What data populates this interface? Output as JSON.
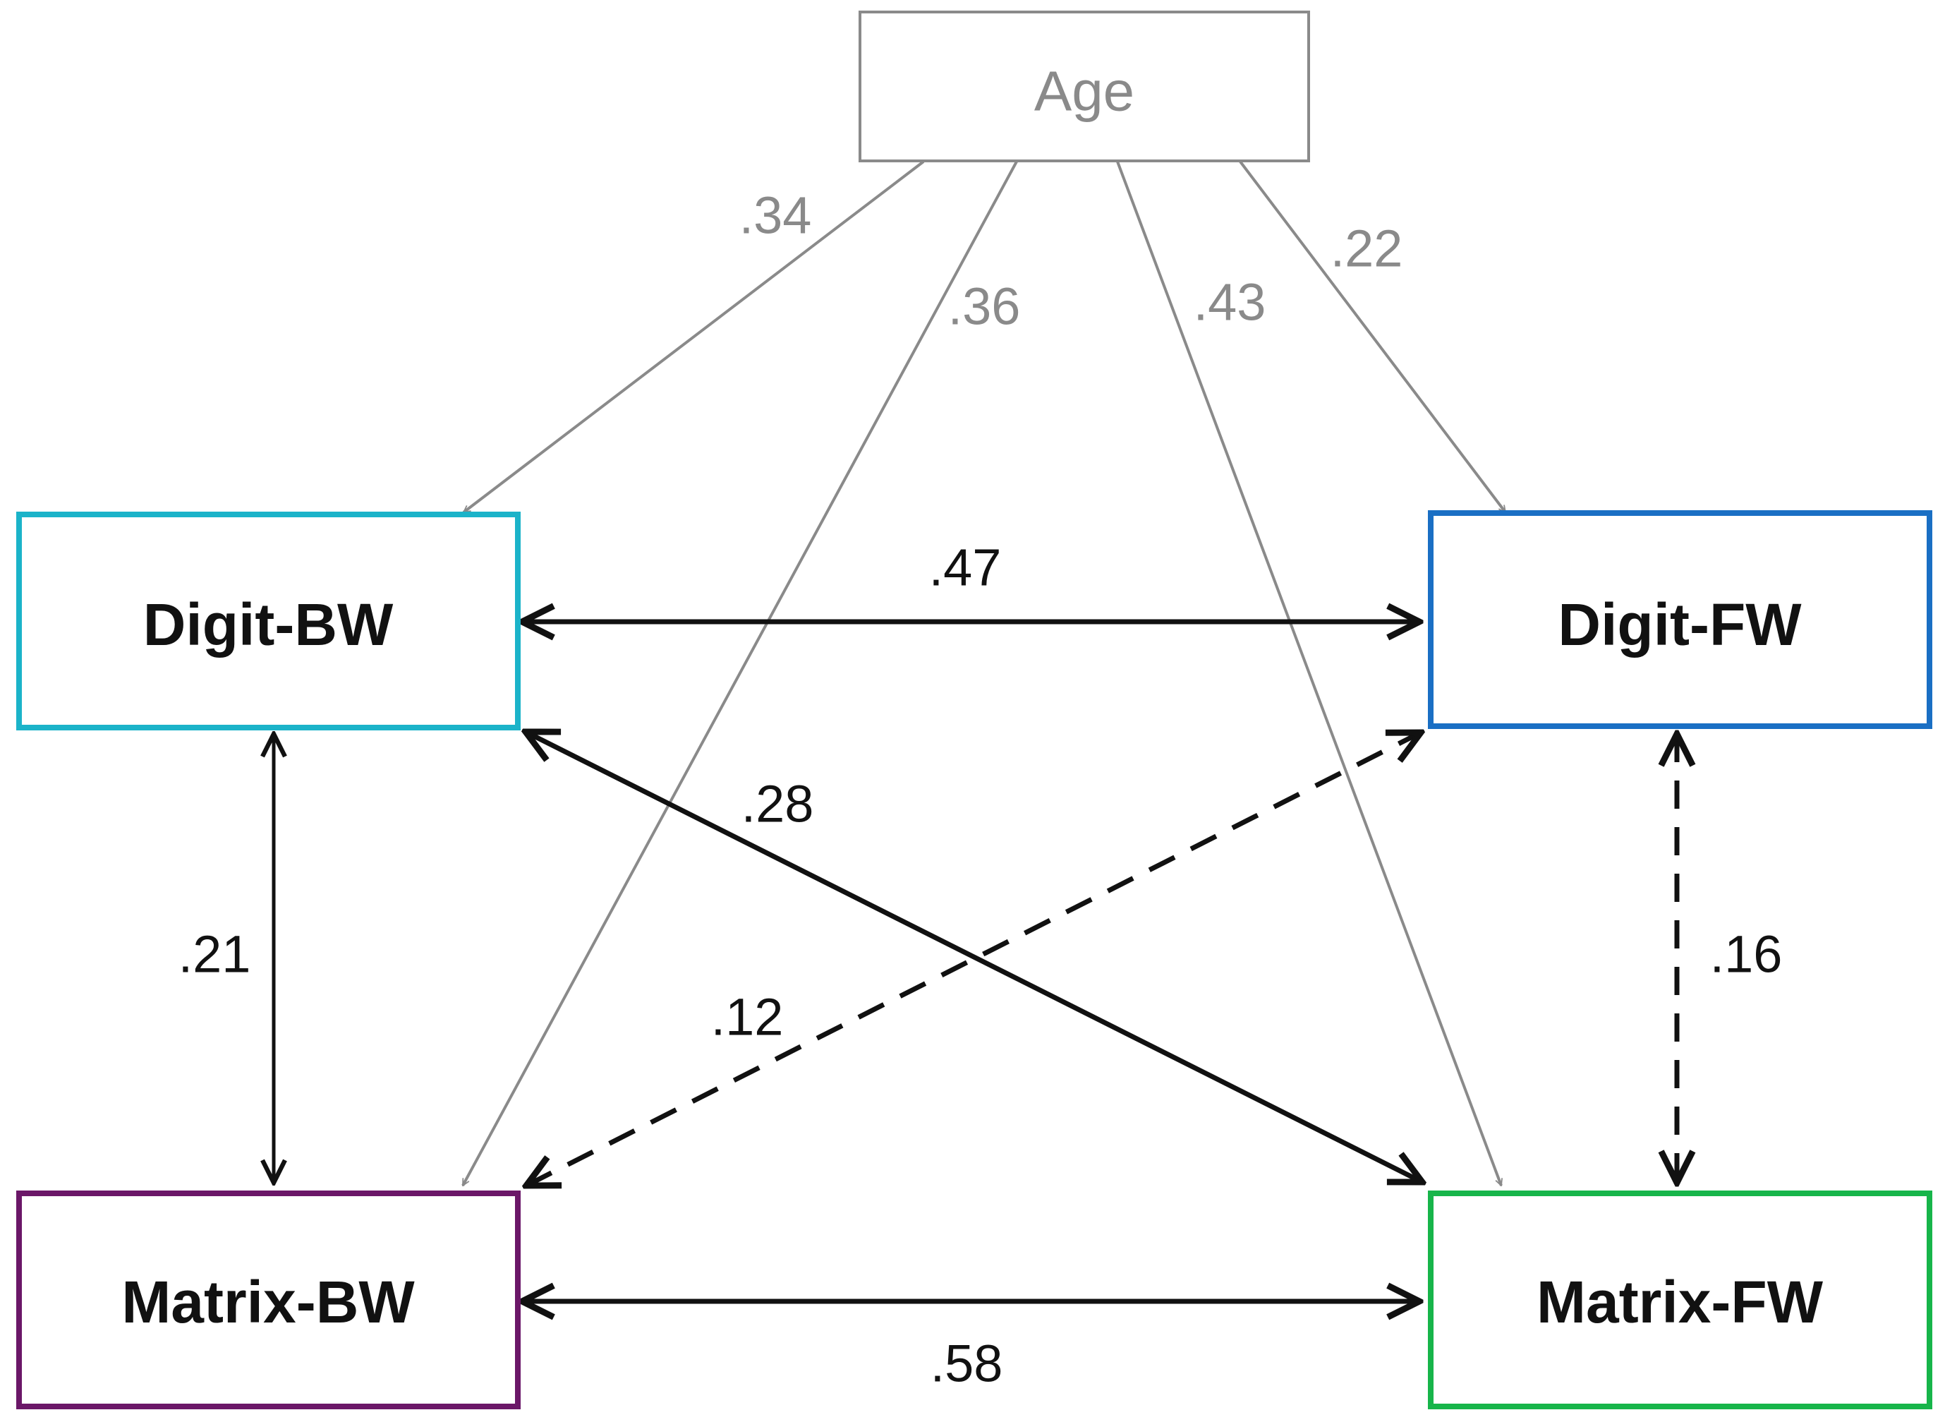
{
  "nodes": {
    "age": {
      "label": "Age",
      "color": "#8a8a8a"
    },
    "digit_bw": {
      "label": "Digit-BW",
      "color": "#1bb3c9"
    },
    "digit_fw": {
      "label": "Digit-FW",
      "color": "#1a6fc4"
    },
    "matrix_bw": {
      "label": "Matrix-BW",
      "color": "#6b1768"
    },
    "matrix_fw": {
      "label": "Matrix-FW",
      "color": "#17b54a"
    }
  },
  "age_paths": {
    "to_digit_bw": ".34",
    "to_matrix_bw": ".36",
    "to_matrix_fw": ".43",
    "to_digit_fw": ".22"
  },
  "correlations": {
    "digit_bw_digit_fw": ".47",
    "digit_bw_matrix_fw": ".28",
    "digit_bw_matrix_bw": ".21",
    "matrix_bw_digit_fw": ".12",
    "digit_fw_matrix_fw": ".16",
    "matrix_bw_matrix_fw": ".58"
  },
  "line_styles": {
    "matrix_bw_digit_fw": "dashed",
    "digit_fw_matrix_fw": "dashed"
  }
}
